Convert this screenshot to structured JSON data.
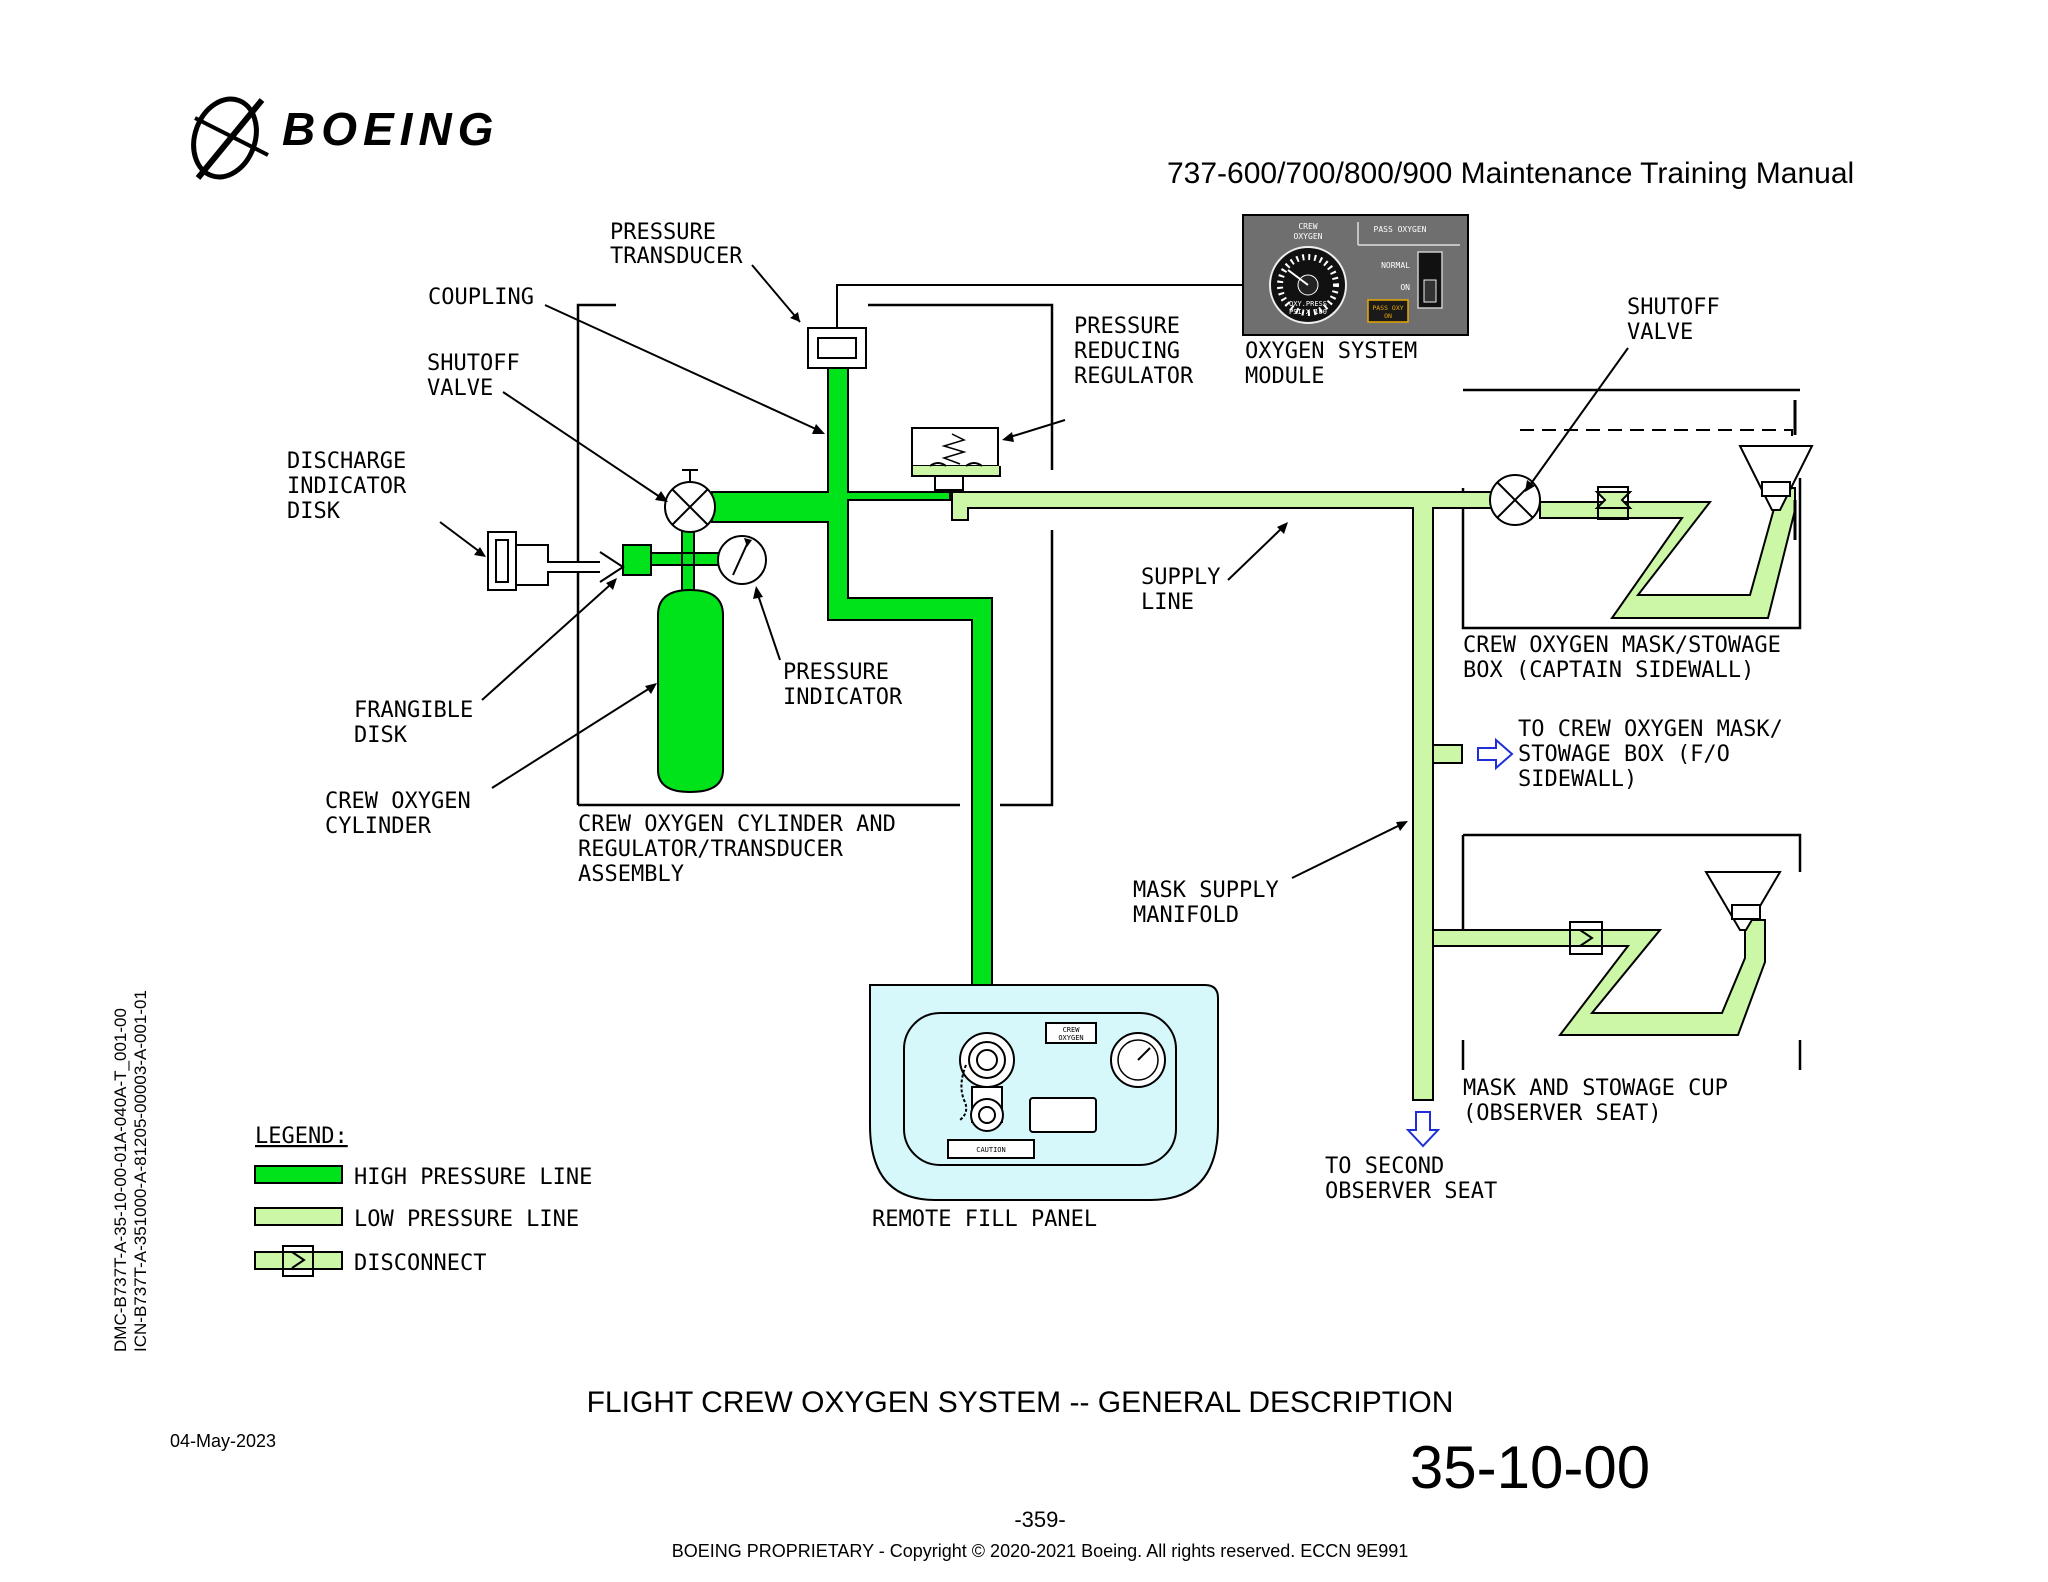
{
  "header": {
    "brand": "BOEING",
    "manual_title": "737-600/700/800/900 Maintenance Training Manual"
  },
  "labels": {
    "pressure_transducer": [
      "PRESSURE",
      "TRANSDUCER"
    ],
    "coupling": [
      "COUPLING"
    ],
    "shutoff_valve_left": [
      "SHUTOFF",
      "VALVE"
    ],
    "discharge_indicator_disk": [
      "DISCHARGE",
      "INDICATOR",
      "DISK"
    ],
    "pressure_reducing_regulator": [
      "PRESSURE",
      "REDUCING",
      "REGULATOR"
    ],
    "oxygen_system_module": [
      "OXYGEN SYSTEM",
      "MODULE"
    ],
    "shutoff_valve_right": [
      "SHUTOFF",
      "VALVE"
    ],
    "supply_line": [
      "SUPPLY",
      "LINE"
    ],
    "pressure_indicator": [
      "PRESSURE",
      "INDICATOR"
    ],
    "frangible_disk": [
      "FRANGIBLE",
      "DISK"
    ],
    "crew_oxygen_cylinder": [
      "CREW OXYGEN",
      "CYLINDER"
    ],
    "cylinder_assembly": [
      "CREW OXYGEN CYLINDER AND",
      "REGULATOR/TRANSDUCER",
      "ASSEMBLY"
    ],
    "captain_box": [
      "CREW OXYGEN MASK/STOWAGE",
      "BOX (CAPTAIN SIDEWALL)"
    ],
    "fo_box": [
      "TO CREW OXYGEN MASK/",
      "STOWAGE BOX (F/O",
      "SIDEWALL)"
    ],
    "mask_supply_manifold": [
      "MASK SUPPLY",
      "MANIFOLD"
    ],
    "observer_cup": [
      "MASK AND STOWAGE CUP",
      "(OBSERVER SEAT)"
    ],
    "second_observer": [
      "TO SECOND",
      "OBSERVER SEAT"
    ],
    "remote_fill_panel": [
      "REMOTE FILL PANEL"
    ]
  },
  "oxygen_module_panel": {
    "gauge_label": [
      "CREW",
      "OXYGEN"
    ],
    "gauge_sub": [
      "OXY.PRESS",
      "PSI X 100"
    ],
    "switch_title": "PASS OXYGEN",
    "switch_normal": "NORMAL",
    "switch_on": "ON",
    "annunciator": [
      "PASS OXY",
      "ON"
    ]
  },
  "fill_panel": {
    "placard": [
      "CREW",
      "OXYGEN"
    ],
    "caution": "CAUTION"
  },
  "legend": {
    "title": "LEGEND",
    "title_suffix": ":",
    "items": [
      {
        "label": "HIGH PRESSURE LINE",
        "color": "#00e21a"
      },
      {
        "label": "LOW PRESSURE LINE",
        "color": "#ccf7a6"
      },
      {
        "label": "DISCONNECT",
        "color": "#ccf7a6"
      }
    ]
  },
  "side_codes": [
    "DMC-B737T-A-35-10-00-01A-040A-T_001-00",
    "ICN-B737T-A-351000-A-81205-00003-A-001-01"
  ],
  "footer": {
    "figure_title": "FLIGHT CREW OXYGEN SYSTEM -- GENERAL DESCRIPTION",
    "date": "04-May-2023",
    "section_number": "35-10-00",
    "page": "-359-",
    "copyright": "BOEING PROPRIETARY - Copyright © 2020-2021 Boeing. All rights reserved. ECCN 9E991"
  },
  "colors": {
    "high_pressure": "#00e21a",
    "low_pressure": "#ccf7a6",
    "fill_panel_bg": "#d6f8fb",
    "flow_arrow": "#1e2fd6",
    "module_panel": "#6f6f6f"
  }
}
